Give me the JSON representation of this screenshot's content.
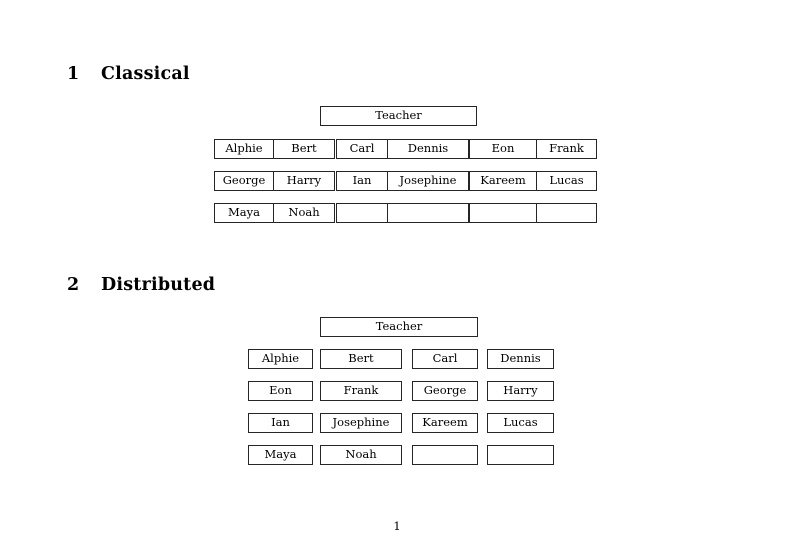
{
  "document": {
    "page_number": "1",
    "sections": [
      {
        "number": "1",
        "title": "Classical",
        "layout": "three-column-paired",
        "teacher": {
          "label": "Teacher"
        },
        "columns": [
          {
            "id": "col-a",
            "rows": [
              {
                "left": "Alphie",
                "right": "Bert"
              },
              {
                "left": "George",
                "right": "Harry"
              },
              {
                "left": "Maya",
                "right": "Noah"
              }
            ]
          },
          {
            "id": "col-b",
            "rows": [
              {
                "left": "Carl",
                "right": "Dennis"
              },
              {
                "left": "Ian",
                "right": "Josephine"
              },
              {
                "left": "",
                "right": ""
              }
            ]
          },
          {
            "id": "col-c",
            "rows": [
              {
                "left": "Eon",
                "right": "Frank"
              },
              {
                "left": "Kareem",
                "right": "Lucas"
              },
              {
                "left": "",
                "right": ""
              }
            ]
          }
        ]
      },
      {
        "number": "2",
        "title": "Distributed",
        "layout": "four-column-single",
        "teacher": {
          "label": "Teacher"
        },
        "grid": [
          [
            "Alphie",
            "Bert",
            "Carl",
            "Dennis"
          ],
          [
            "Eon",
            "Frank",
            "George",
            "Harry"
          ],
          [
            "Ian",
            "Josephine",
            "Kareem",
            "Lucas"
          ],
          [
            "Maya",
            "Noah",
            "",
            ""
          ]
        ]
      }
    ]
  },
  "colors": {
    "page_background": "#ffffff",
    "text": "#000000",
    "box_border": "#262626"
  }
}
